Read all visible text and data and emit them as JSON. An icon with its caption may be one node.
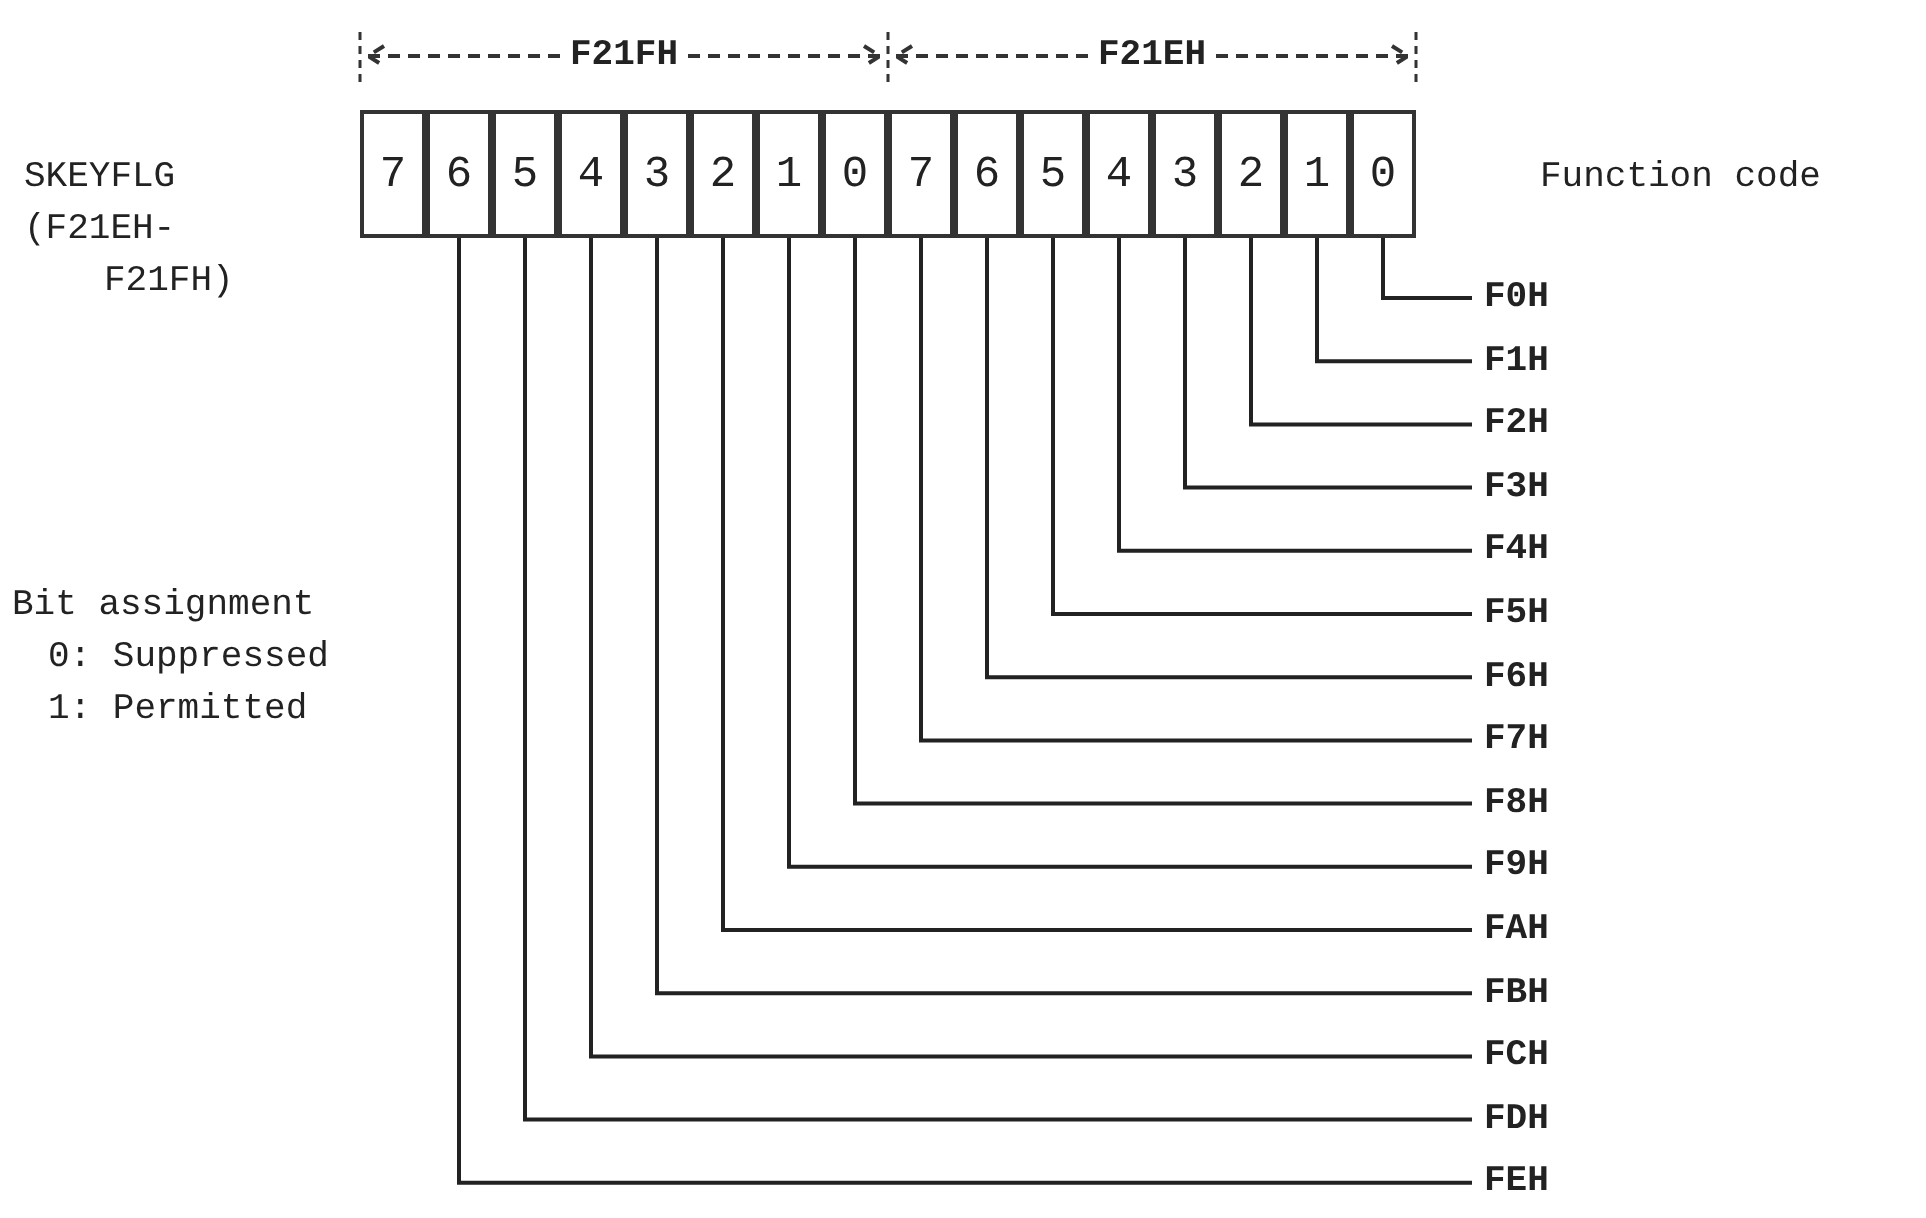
{
  "diagram": {
    "nodes": [
      {
        "text": [
          "7"
        ]
      },
      {
        "text": [
          "6"
        ]
      },
      {
        "text": [
          "5"
        ]
      },
      {
        "text": [
          "4"
        ]
      },
      {
        "text": [
          "3"
        ]
      },
      {
        "text": [
          "2"
        ]
      },
      {
        "text": [
          "1"
        ]
      },
      {
        "text": [
          "0"
        ]
      },
      {
        "text": [
          "7"
        ]
      },
      {
        "text": [
          "6"
        ]
      },
      {
        "text": [
          "5"
        ]
      },
      {
        "text": [
          "4"
        ]
      },
      {
        "text": [
          "3"
        ]
      },
      {
        "text": [
          "2"
        ]
      },
      {
        "text": [
          "1"
        ]
      },
      {
        "text": [
          "0"
        ]
      },
      {
        "text": [
          "F0H"
        ]
      },
      {
        "text": [
          "F1H"
        ]
      },
      {
        "text": [
          "F2H"
        ]
      },
      {
        "text": [
          "F3H"
        ]
      },
      {
        "text": [
          "F4H"
        ]
      },
      {
        "text": [
          "F5H"
        ]
      },
      {
        "text": [
          "F6H"
        ]
      },
      {
        "text": [
          "F7H"
        ]
      },
      {
        "text": [
          "F8H"
        ]
      },
      {
        "text": [
          "F9H"
        ]
      },
      {
        "text": [
          "FAH"
        ]
      },
      {
        "text": [
          "FBH"
        ]
      },
      {
        "text": [
          "FCH"
        ]
      },
      {
        "text": [
          "FDH"
        ]
      },
      {
        "text": [
          "FEH"
        ]
      }
    ],
    "edges": [
      {
        "from": 15,
        "to": 16,
        "arrow": "none"
      },
      {
        "from": 14,
        "to": 17,
        "arrow": "none"
      },
      {
        "from": 13,
        "to": 18,
        "arrow": "none"
      },
      {
        "from": 12,
        "to": 19,
        "arrow": "none"
      },
      {
        "from": 11,
        "to": 20,
        "arrow": "none"
      },
      {
        "from": 10,
        "to": 21,
        "arrow": "none"
      },
      {
        "from": 9,
        "to": 22,
        "arrow": "none"
      },
      {
        "from": 8,
        "to": 23,
        "arrow": "none"
      },
      {
        "from": 7,
        "to": 24,
        "arrow": "none"
      },
      {
        "from": 6,
        "to": 25,
        "arrow": "none"
      },
      {
        "from": 5,
        "to": 26,
        "arrow": "none"
      },
      {
        "from": 4,
        "to": 27,
        "arrow": "none"
      },
      {
        "from": 3,
        "to": 28,
        "arrow": "none"
      },
      {
        "from": 2,
        "to": 29,
        "arrow": "none"
      },
      {
        "from": 1,
        "to": 30,
        "arrow": "none"
      }
    ],
    "labels": [
      "F21FH",
      "F21EH",
      "SKEYFLG",
      "(F21EH-",
      "F21FH)",
      "Function code",
      "Bit assignment",
      "0: Suppressed",
      "1: Permitted"
    ]
  }
}
